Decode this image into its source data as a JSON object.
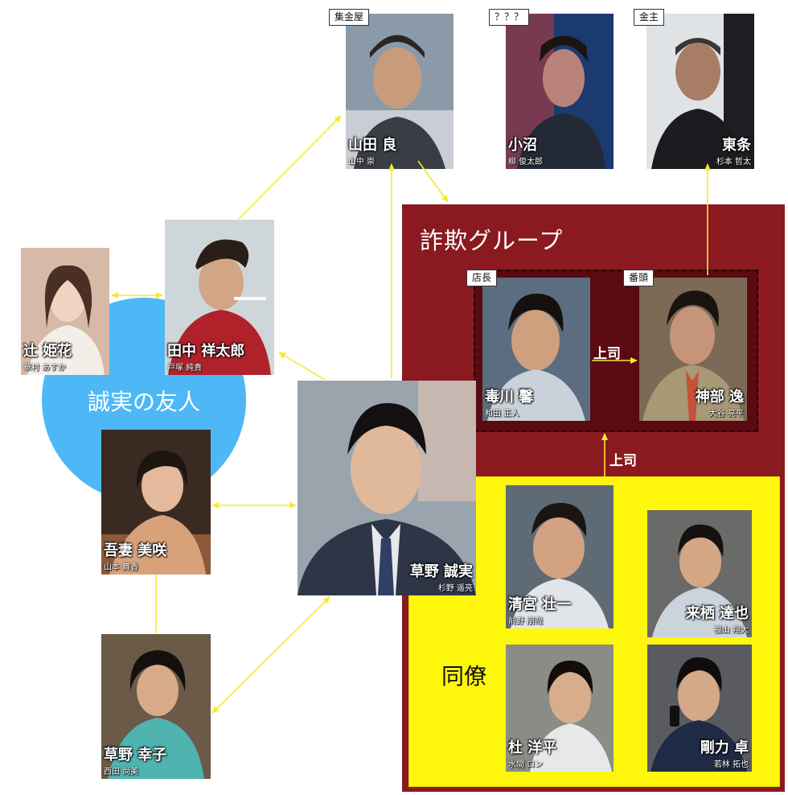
{
  "groups": {
    "fraud": "詐欺グループ",
    "colleagues": "同僚",
    "friends": "誠実の友人"
  },
  "relations": {
    "boss1": "上司",
    "boss2": "上司"
  },
  "people": {
    "yamada": {
      "tag": "集金屋",
      "name": "山田 良",
      "actor": "山中 崇"
    },
    "konuma": {
      "tag": "？？？",
      "name": "小沼",
      "actor": "柳 俊太郎"
    },
    "tojo": {
      "tag": "金主",
      "name": "東条",
      "actor": "杉本 哲太"
    },
    "tsuji": {
      "name": "辻 姫花",
      "actor": "華村 あすか"
    },
    "tanaka": {
      "name": "田中 祥太郎",
      "actor": "戸塚 純貴"
    },
    "agatsuma": {
      "name": "吾妻 美咲",
      "actor": "山本 舞香"
    },
    "kusano_seijitsu": {
      "name": "草野 誠実",
      "actor": "杉野 遥亮"
    },
    "kusano_sachiko": {
      "name": "草野 幸子",
      "actor": "西田 尚美"
    },
    "dokukawa": {
      "tag": "店長",
      "name": "毒川 馨",
      "actor": "和田 正人"
    },
    "kanbe": {
      "tag": "番頭",
      "name": "神部 逸",
      "actor": "大谷 亮平"
    },
    "kiyomiya": {
      "name": "清宮 壮一",
      "actor": "前野 朋哉"
    },
    "raisu": {
      "name": "来栖 達也",
      "actor": "福山 翔大"
    },
    "mori": {
      "name": "杜 洋平",
      "actor": "水間 ロン"
    },
    "goriki": {
      "name": "剛力 卓",
      "actor": "若林 拓也"
    }
  },
  "colors": {
    "fraud_bg": "#8a1a1f",
    "colleague_bg": "#fff70b",
    "friend_circle": "#4db8f5",
    "arrow": "#f7e832"
  }
}
